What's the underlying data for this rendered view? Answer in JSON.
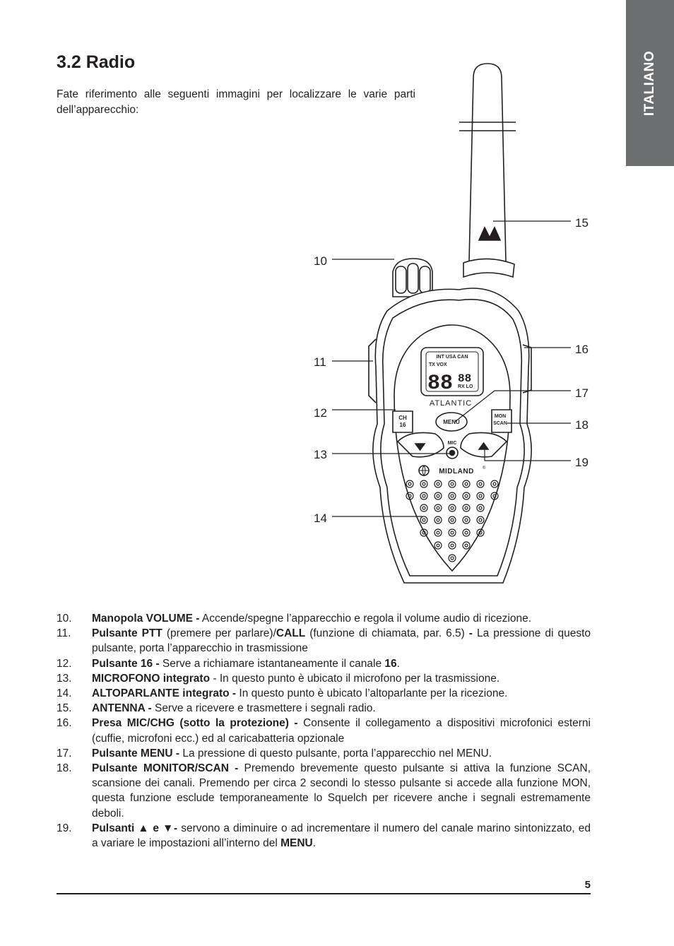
{
  "side_tab": "ITALIANO",
  "section_title": "3.2 Radio",
  "intro": "Fate riferimento alle seguenti immagini per localizzare le varie parti dell’apparecchio:",
  "device": {
    "lcd_top": "INT USA CAN",
    "lcd_mid": "TX VOX",
    "lcd_digits": "88",
    "lcd_small_digits": "88",
    "lcd_rxlo": "RX LO",
    "model": "ATLANTIC",
    "btn_ch16": "CH 16",
    "btn_menu": "MENU",
    "btn_monscan": "MON SCAN",
    "mic": "MIC",
    "brand": "MIDLAND",
    "registered": "®"
  },
  "callouts": [
    "10",
    "11",
    "12",
    "13",
    "14",
    "15",
    "16",
    "17",
    "18",
    "19"
  ],
  "items": [
    {
      "num": "10.",
      "bold": "Manopola VOLUME -",
      "text": " Accende/spegne l’apparecchio e regola il volume audio di ricezione."
    },
    {
      "num": "11.",
      "bold": "Pulsante PTT",
      "text": " (premere per parlare)/",
      "bold2": "CALL",
      "text2": " (funzione di chiamata, par. 6.5) ",
      "bold3": "-",
      "text3": " La pressione di questo pulsante, porta l’apparecchio in trasmissione"
    },
    {
      "num": "12.",
      "bold": "Pulsante 16 -",
      "text": " Serve a richiamare istantaneamente il canale ",
      "bold2": "16",
      "text2": "."
    },
    {
      "num": "13.",
      "bold": "MICROFONO integrato",
      "text": " - In questo punto è ubicato il microfono per la trasmissione."
    },
    {
      "num": "14.",
      "bold": "ALTOPARLANTE integrato -",
      "text": " In questo punto è ubicato l’altoparlante per la ricezione."
    },
    {
      "num": "15.",
      "bold": "ANTENNA -",
      "text": " Serve a ricevere e trasmettere i segnali radio."
    },
    {
      "num": "16.",
      "bold": "Presa MIC/CHG (sotto la protezione) -",
      "text": " Consente il collegamento a dispositivi microfonici esterni (cuffie, microfoni ecc.) ed al caricabatteria opzionale"
    },
    {
      "num": "17.",
      "bold": "Pulsante MENU -",
      "text": " La pressione di questo pulsante, porta l’apparecchio nel MENU."
    },
    {
      "num": "18.",
      "bold": "Pulsante MONITOR/SCAN -",
      "text": " Premendo brevemente questo pulsante si attiva la funzione SCAN, scansione dei canali. Premendo per circa 2 secondi lo stesso pulsante si accede alla funzione MON, questa funzione esclude temporaneamente lo Squelch per ricevere anche i segnali estremamente deboli."
    },
    {
      "num": "19.",
      "bold": "Pulsanti ▲ e ▼-",
      "text": " servono a diminuire o ad incrementare il numero del canale marino sintonizzato, ed a variare le impostazioni all’interno del ",
      "bold2": "MENU",
      "text2": "."
    }
  ],
  "page_number": "5"
}
